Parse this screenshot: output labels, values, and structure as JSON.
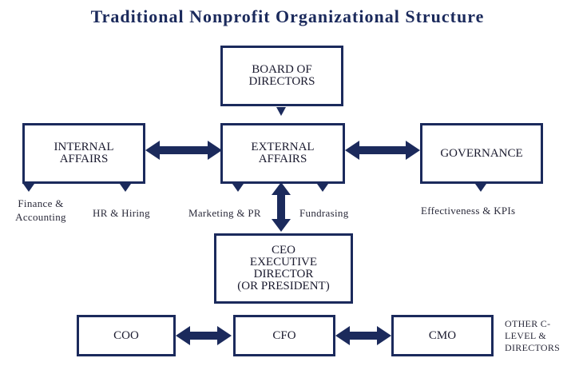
{
  "title": "Traditional Nonprofit Organizational Structure",
  "boxes": {
    "board": "BOARD OF\nDIRECTORS",
    "internal": "INTERNAL\nAFFAIRS",
    "external": "EXTERNAL\nAFFAIRS",
    "governance": "GOVERNANCE",
    "ceo": "CEO\nEXECUTIVE\nDIRECTOR\n(OR PRESIDENT)",
    "coo": "COO",
    "cfo": "CFO",
    "cmo": "CMO"
  },
  "labels": {
    "finance": "Finance &\nAccounting",
    "hr": "HR & Hiring",
    "marketing": "Marketing & PR",
    "fundraising": "Fundrasing",
    "effectiveness": "Effectiveness & KPIs",
    "other": "OTHER C-\nLEVEL &\nDIRECTORS"
  },
  "colors": {
    "primary": "#1b2a5c"
  }
}
